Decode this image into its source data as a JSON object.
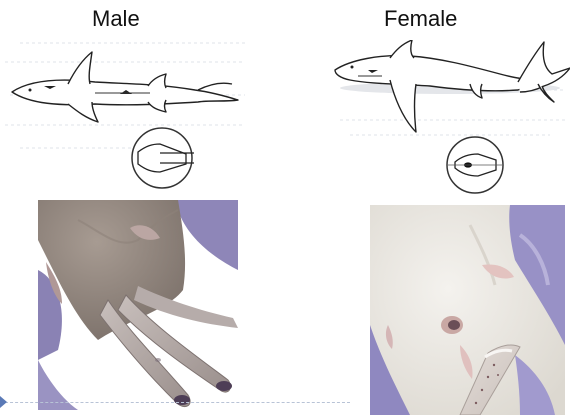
{
  "labels": {
    "male": "Male",
    "female": "Female"
  },
  "panels": {
    "male_diagram": "shark-ventral-line-drawing",
    "female_diagram": "shark-lateral-line-drawing",
    "male_photo": "male-shark-claspers-photo",
    "female_photo": "female-shark-cloaca-photo"
  }
}
